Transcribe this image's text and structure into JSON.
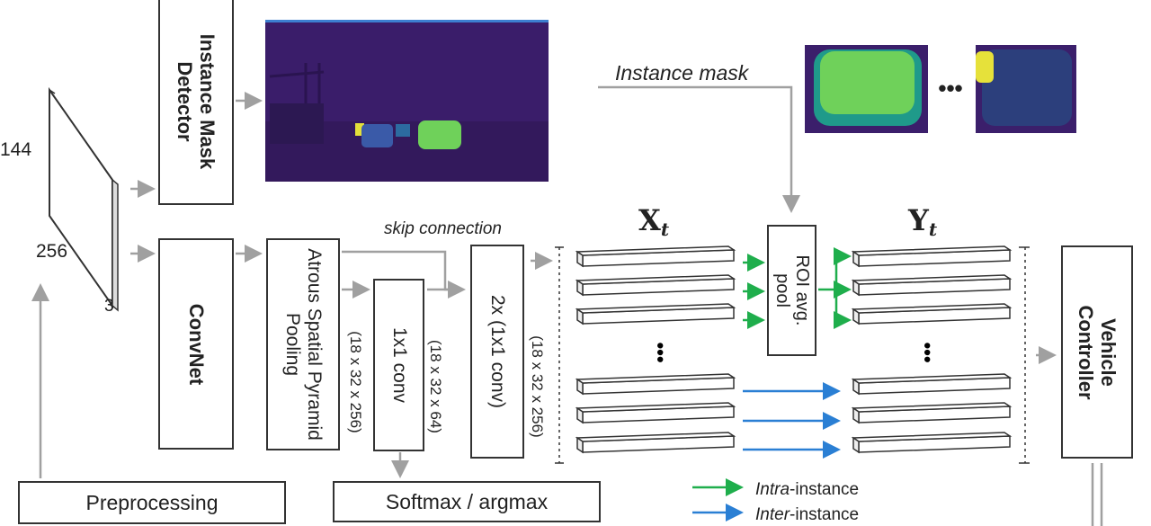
{
  "input": {
    "dim_h": "144",
    "dim_w": "256",
    "dim_c": "3"
  },
  "boxes": {
    "instance_detector": "Instance Mask Detector",
    "convnet": "ConvNet",
    "aspp": "Atrous Spatial Pyramid Pooling",
    "conv1x1": "1x1 conv",
    "conv2x": "2x (1x1 conv)",
    "roi_pool": "ROI avg. pool",
    "vehicle_controller": "Vehicle Controller",
    "preprocessing": "Preprocessing",
    "softmax": "Softmax / argmax"
  },
  "labels": {
    "skip_connection": "skip connection",
    "instance_mask": "Instance mask",
    "dim_aspp": "(18 x 32 x 256)",
    "dim_conv1x1": "(18 x 32 x 64)",
    "dim_conv2x": "(18 x 32 x 256)",
    "xt": "X",
    "xt_sub": "t",
    "yt": "Y",
    "yt_sub": "t",
    "ellipsis": "•••"
  },
  "legend": {
    "intra_prefix": "Intra",
    "intra_suffix": "-instance",
    "inter_prefix": "Inter",
    "inter_suffix": "-instance"
  },
  "colors": {
    "intra": "#1fae4c",
    "inter": "#2a7fd4",
    "arrow_gray": "#a0a0a0",
    "scene_bg": "#3b1f6b",
    "mask_green": "#6fd15a",
    "mask_teal": "#1f9a8a",
    "mask_navy": "#2c3f7c",
    "mask_yellow": "#e6e13a"
  }
}
